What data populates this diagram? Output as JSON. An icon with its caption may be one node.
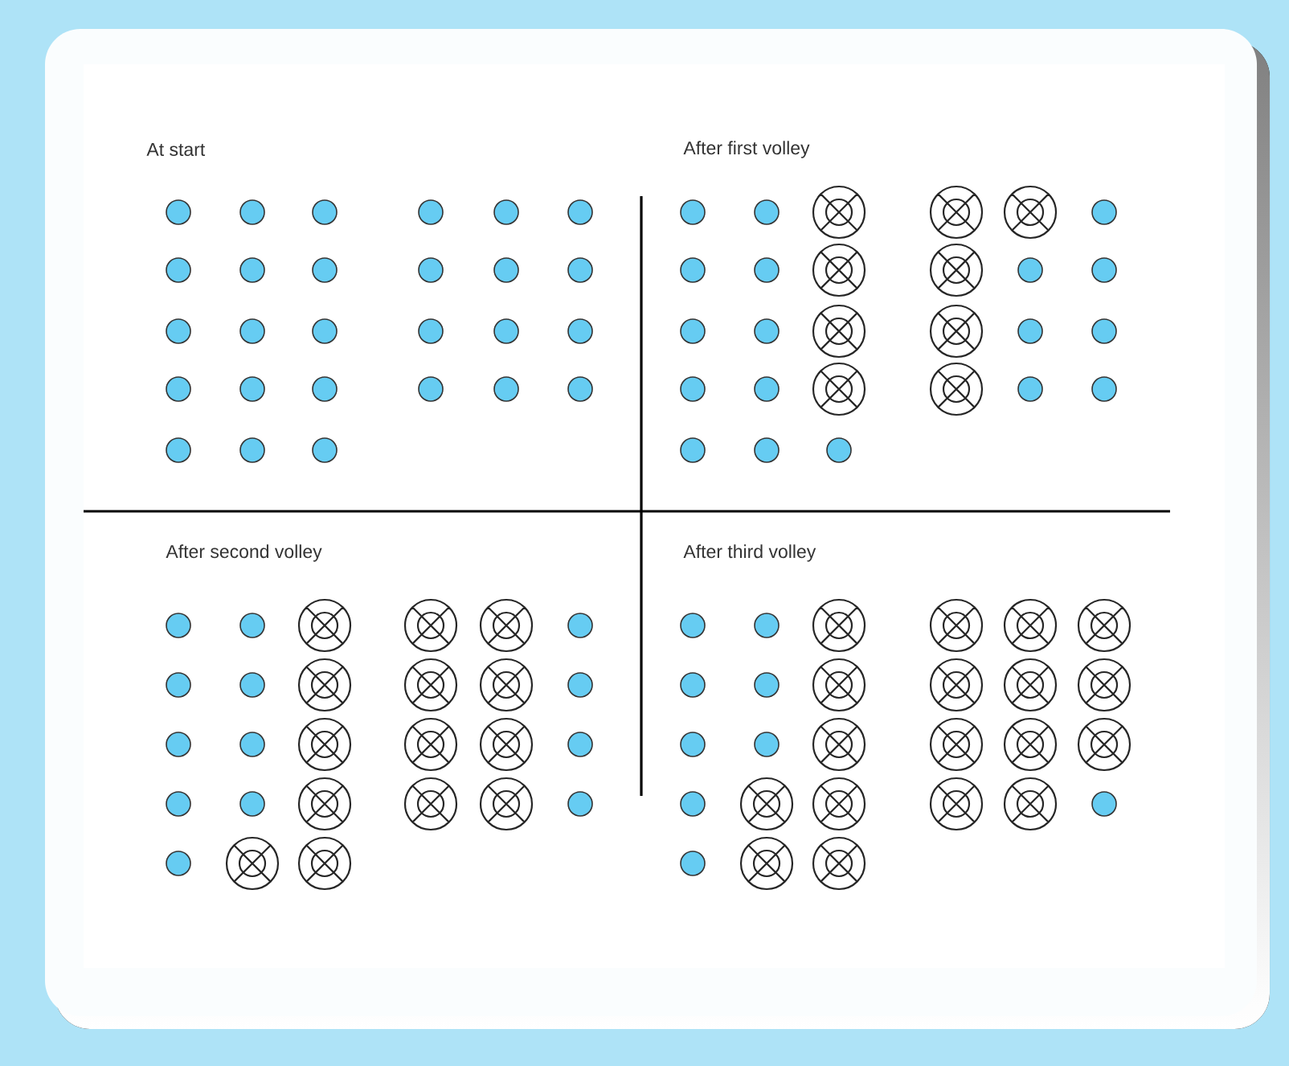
{
  "diagram": {
    "labels": [
      "At start",
      "After first volley",
      "After second volley",
      "After third volley"
    ]
  }
}
